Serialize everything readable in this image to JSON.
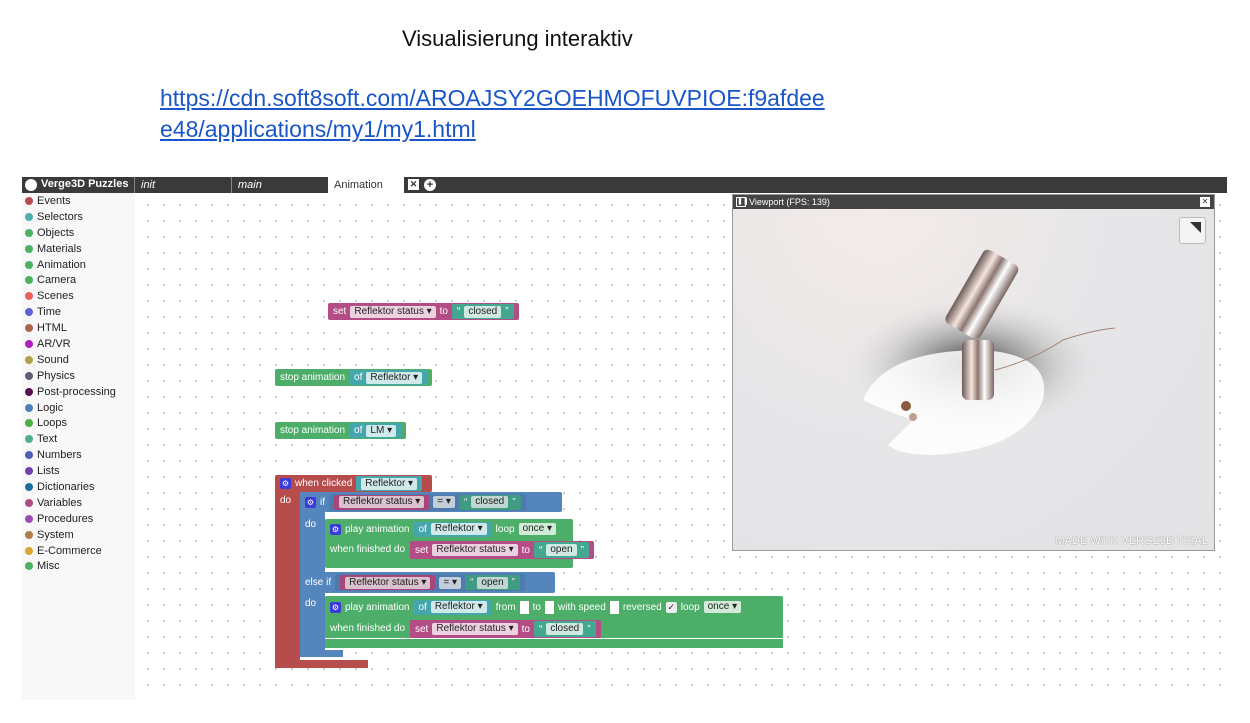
{
  "heading": "Visualisierung interaktiv",
  "link": "https://cdn.soft8soft.com/AROAJSY2GOEHMOFUVPIOE:f9afdee48/applications/my1/my1.html",
  "link_line1": "https://cdn.soft8soft.com/AROAJSY2GOEHMOFUVPIOE:f9afdee",
  "link_line2": "e48/applications/my1/my1.html",
  "topbar": {
    "app": "Verge3D Puzzles",
    "tabs": [
      "init",
      "main",
      "Animation"
    ]
  },
  "categories": [
    {
      "label": "Events",
      "color": "#b94c4c"
    },
    {
      "label": "Selectors",
      "color": "#4aaeb3"
    },
    {
      "label": "Objects",
      "color": "#4caf62"
    },
    {
      "label": "Materials",
      "color": "#4caf62"
    },
    {
      "label": "Animation",
      "color": "#4caf62"
    },
    {
      "label": "Camera",
      "color": "#4caf62"
    },
    {
      "label": "Scenes",
      "color": "#e86060"
    },
    {
      "label": "Time",
      "color": "#5b62d8"
    },
    {
      "label": "HTML",
      "color": "#a8654a"
    },
    {
      "label": "AR/VR",
      "color": "#b020c0"
    },
    {
      "label": "Sound",
      "color": "#b5a04c"
    },
    {
      "label": "Physics",
      "color": "#5a6270"
    },
    {
      "label": "Post-processing",
      "color": "#5a1050"
    },
    {
      "label": "Logic",
      "color": "#4c7fb5"
    },
    {
      "label": "Loops",
      "color": "#4caf40"
    },
    {
      "label": "Text",
      "color": "#4caf8a"
    },
    {
      "label": "Numbers",
      "color": "#4c5fb5"
    },
    {
      "label": "Lists",
      "color": "#7040b0"
    },
    {
      "label": "Dictionaries",
      "color": "#1a6fa0"
    },
    {
      "label": "Variables",
      "color": "#b04c85"
    },
    {
      "label": "Procedures",
      "color": "#9c4cb5"
    },
    {
      "label": "System",
      "color": "#b07c4c"
    },
    {
      "label": "E-Commerce",
      "color": "#d8a830"
    },
    {
      "label": "Misc",
      "color": "#4caf62"
    }
  ],
  "blocks": {
    "set": "set",
    "to": "to",
    "var": "Reflektor status",
    "closed": "closed",
    "open": "open",
    "stop": "stop animation",
    "of": "of",
    "obj1": "Reflektor",
    "obj2": "LM",
    "when": "when clicked",
    "do": "do",
    "if": "if",
    "eq": "=",
    "elseif": "else if",
    "play": "play animation",
    "loop": "loop",
    "once": "once",
    "finished": "when finished do",
    "from": "from",
    "to2": "to",
    "speed": "with speed",
    "reversed": "reversed",
    "check": "✓",
    "ldq": "“",
    "rdq": "”"
  },
  "viewport": {
    "title": "Viewport (FPS: 139)",
    "watermark": "MADE WITH VERGE3D TRIAL"
  }
}
